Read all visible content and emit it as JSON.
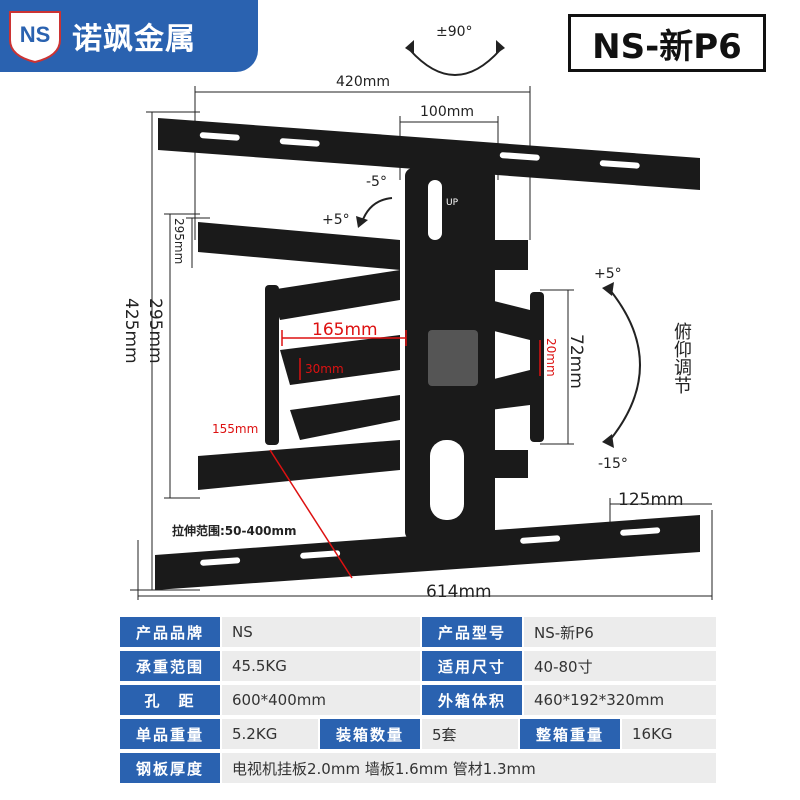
{
  "brand": {
    "name": "诺飒金属",
    "logo_text": "NS"
  },
  "model": "NS-新P6",
  "diagram": {
    "swivel": "±90°",
    "dim_420": "420mm",
    "dim_100": "100mm",
    "tilt_top_neg": "-5°",
    "tilt_top_pos": "+5°",
    "dim_295_small": "295mm",
    "dim_295": "295mm",
    "dim_425": "425mm",
    "dim_165": "165mm",
    "dim_30": "30mm",
    "dim_155": "155mm",
    "dim_20": "20mm",
    "dim_72": "72mm",
    "tilt_pos": "+5°",
    "tilt_neg": "-15°",
    "tilt_label": "俯仰调节",
    "dim_125": "125mm",
    "extension": "拉伸范围:50-400mm",
    "dim_614": "614mm",
    "up_mark": "UP"
  },
  "specs": {
    "r1": {
      "l1": "产品品牌",
      "v1": "NS",
      "l2": "产品型号",
      "v2": "NS-新P6"
    },
    "r2": {
      "l1": "承重范围",
      "v1": "45.5KG",
      "l2": "适用尺寸",
      "v2": "40-80寸"
    },
    "r3": {
      "l1": "孔　距",
      "v1": "600*400mm",
      "l2": "外箱体积",
      "v2": "460*192*320mm"
    },
    "r4": {
      "l1": "单品重量",
      "v1": "5.2KG",
      "l2": "装箱数量",
      "v2": "5套",
      "l3": "整箱重量",
      "v3": "16KG"
    },
    "r5": {
      "l1": "钢板厚度",
      "v1": "电视机挂板2.0mm 墙板1.6mm 管材1.3mm"
    }
  },
  "colors": {
    "brand_blue": "#2a62b0",
    "cell_grey": "#ececec",
    "dimension_red": "#dd1111",
    "metal": "#1a1a1a"
  }
}
